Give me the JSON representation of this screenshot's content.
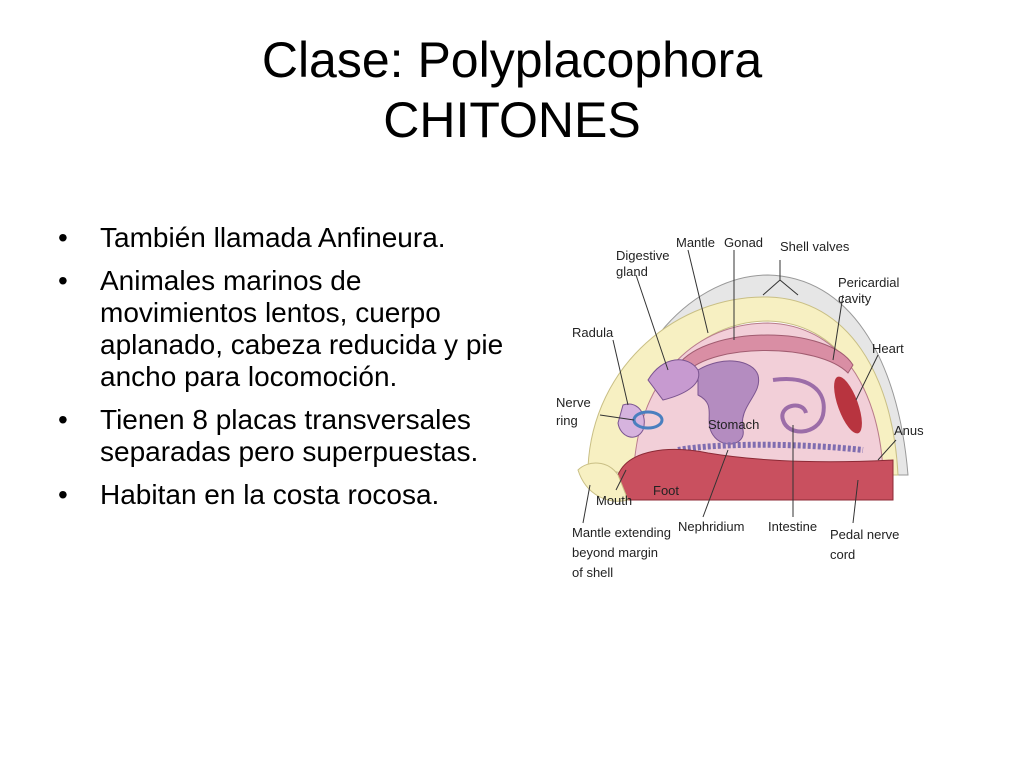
{
  "title": {
    "line1": "Clase: Polyplacophora",
    "line2": "CHITONES"
  },
  "bullets": [
    "También llamada Anfineura.",
    "Animales marinos de movimientos lentos, cuerpo aplanado, cabeza reducida y pie ancho para locomoción.",
    "Tienen 8 placas transversales separadas pero superpuestas.",
    "Habitan en la costa rocosa."
  ],
  "diagram": {
    "labels": {
      "digestive_1": "Digestive",
      "digestive_2": "gland",
      "mantle": "Mantle",
      "gonad": "Gonad",
      "shell_valves": "Shell valves",
      "pericardial_1": "Pericardial",
      "pericardial_2": "cavity",
      "radula": "Radula",
      "heart": "Heart",
      "nerve_1": "Nerve",
      "nerve_2": "ring",
      "stomach": "Stomach",
      "anus": "Anus",
      "foot": "Foot",
      "mouth": "Mouth",
      "mantle_ext_1": "Mantle extending",
      "mantle_ext_2": "beyond margin",
      "mantle_ext_3": "of shell",
      "nephridium": "Nephridium",
      "intestine": "Intestine",
      "pedal_1": "Pedal nerve",
      "pedal_2": "cord"
    },
    "colors": {
      "shell": "#e6e6e6",
      "mantle_yellow": "#f7f0c2",
      "tissue_pink": "#e9a9b8",
      "foot_red": "#c9505f",
      "stomach_purple": "#b48cc0",
      "heart_red": "#b8343f"
    }
  }
}
